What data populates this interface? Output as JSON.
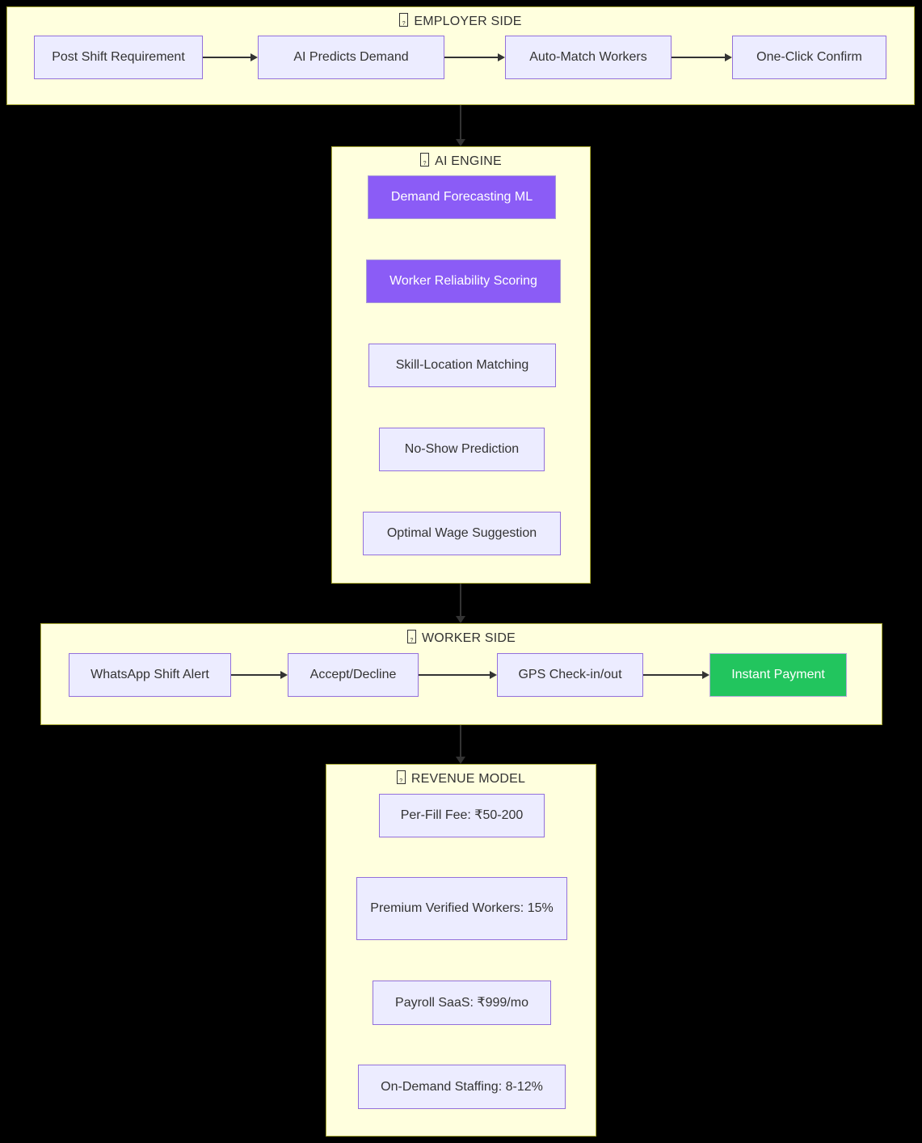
{
  "sections": {
    "employer": {
      "title": "EMPLOYER SIDE",
      "nodes": [
        {
          "label": "Post Shift Requirement"
        },
        {
          "label": "AI Predicts Demand"
        },
        {
          "label": "Auto-Match Workers"
        },
        {
          "label": "One-Click Confirm"
        }
      ]
    },
    "ai_engine": {
      "title": "AI ENGINE",
      "nodes": [
        {
          "label": "Demand Forecasting ML"
        },
        {
          "label": "Worker Reliability Scoring"
        },
        {
          "label": "Skill-Location Matching"
        },
        {
          "label": "No-Show Prediction"
        },
        {
          "label": "Optimal Wage Suggestion"
        }
      ]
    },
    "worker": {
      "title": "WORKER SIDE",
      "nodes": [
        {
          "label": "WhatsApp Shift Alert"
        },
        {
          "label": "Accept/Decline"
        },
        {
          "label": "GPS Check-in/out"
        },
        {
          "label": "Instant Payment"
        }
      ]
    },
    "revenue": {
      "title": "REVENUE MODEL",
      "nodes": [
        {
          "label": "Per-Fill Fee: ₹50-200"
        },
        {
          "label": "Premium Verified Workers: 15%"
        },
        {
          "label": "Payroll SaaS: ₹999/mo"
        },
        {
          "label": "On-Demand Staffing: 8-12%"
        }
      ]
    }
  },
  "icons": {
    "section_title_prefix": "missing-glyph-box"
  },
  "colors": {
    "canvas_bg": "#000000",
    "section_fill": "#FFFFDE",
    "section_border": "#AAAA33",
    "node_fill": "#ECECFF",
    "node_border": "#9370DB",
    "highlight_purple": "#8B5CF6",
    "highlight_green": "#22C55E",
    "arrow": "#333333",
    "text": "#333333"
  }
}
